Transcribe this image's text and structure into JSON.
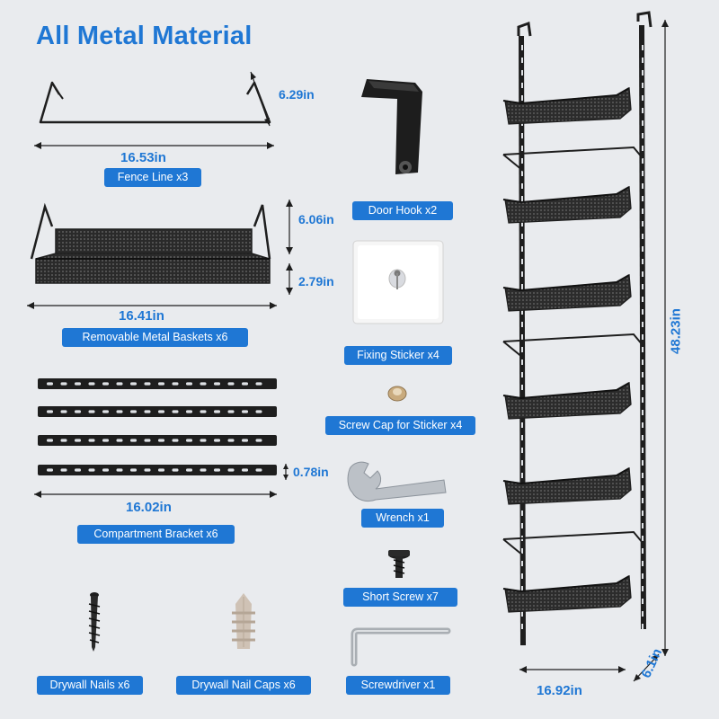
{
  "title": "All Metal Material",
  "fence_line": {
    "dim_width": "16.53in",
    "dim_height": "6.29in",
    "label": "Fence Line ",
    "qty": "x3"
  },
  "basket": {
    "dim_width": "16.41in",
    "dim_height_top": "6.06in",
    "dim_height_bottom": "2.79in",
    "label": "Removable Metal Baskets ",
    "qty": "x6"
  },
  "bracket": {
    "dim_width": "16.02in",
    "dim_height": "0.78in",
    "label": "Compartment Bracket ",
    "qty": "x6"
  },
  "door_hook": {
    "label": "Door Hook ",
    "qty": "x2"
  },
  "fixing_sticker": {
    "label": "Fixing Sticker ",
    "qty": "x4"
  },
  "screw_cap": {
    "label": "Screw Cap for Sticker ",
    "qty": "x4"
  },
  "wrench": {
    "label": "Wrench ",
    "qty": "x1"
  },
  "short_screw": {
    "label": "Short Screw ",
    "qty": "x7"
  },
  "drywall_nails": {
    "label": "Drywall Nails ",
    "qty": "x6"
  },
  "drywall_caps": {
    "label": "Drywall Nail Caps ",
    "qty": "x6"
  },
  "screwdriver": {
    "label": "Screwdriver ",
    "qty": "x1"
  },
  "rack": {
    "dim_height": "48.23in",
    "dim_width": "16.92in",
    "dim_depth": "6.1in"
  },
  "colors": {
    "accent": "#1f77d4",
    "background": "#e9ebee",
    "metal": "#1e1e1e"
  }
}
